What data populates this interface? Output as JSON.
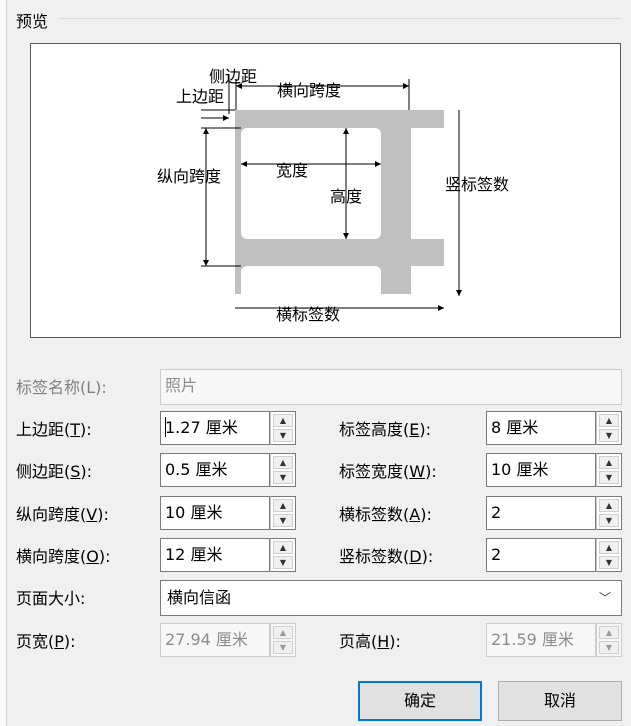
{
  "preview": {
    "title": "预览",
    "labels": {
      "side_margin": "侧边距",
      "top_margin": "上边距",
      "horizontal_pitch": "横向跨度",
      "vertical_pitch": "纵向跨度",
      "width": "宽度",
      "height": "高度",
      "number_down": "竖标签数",
      "number_across": "横标签数"
    }
  },
  "fields": {
    "label_name": {
      "label": "标签名称(L):",
      "value": "照片"
    },
    "top_margin": {
      "label": "上边距(",
      "key": "T",
      "suffix": "):",
      "value": "1.27 厘米"
    },
    "side_margin": {
      "label": "侧边距(",
      "key": "S",
      "suffix": "):",
      "value": "0.5 厘米"
    },
    "vertical_pitch": {
      "label": "纵向跨度(",
      "key": "V",
      "suffix": "):",
      "value": "10 厘米"
    },
    "horizontal_pitch": {
      "label": "横向跨度(",
      "key": "O",
      "suffix": "):",
      "value": "12 厘米"
    },
    "label_height": {
      "label": "标签高度(",
      "key": "E",
      "suffix": "):",
      "value": "8 厘米"
    },
    "label_width": {
      "label": "标签宽度(",
      "key": "W",
      "suffix": "):",
      "value": "10 厘米"
    },
    "number_across": {
      "label": "横标签数(",
      "key": "A",
      "suffix": "):",
      "value": "2"
    },
    "number_down": {
      "label": "竖标签数(",
      "key": "D",
      "suffix": "):",
      "value": "2"
    },
    "page_size": {
      "label": "页面大小:",
      "value": "横向信函"
    },
    "page_width": {
      "label": "页宽(",
      "key": "P",
      "suffix": "):",
      "value": "27.94 厘米"
    },
    "page_height": {
      "label": "页高(",
      "key": "H",
      "suffix": "):",
      "value": "21.59 厘米"
    }
  },
  "buttons": {
    "ok": "确定",
    "cancel": "取消"
  },
  "colors": {
    "accent": "#0078d7",
    "label_fill": "#c0c0c0"
  }
}
